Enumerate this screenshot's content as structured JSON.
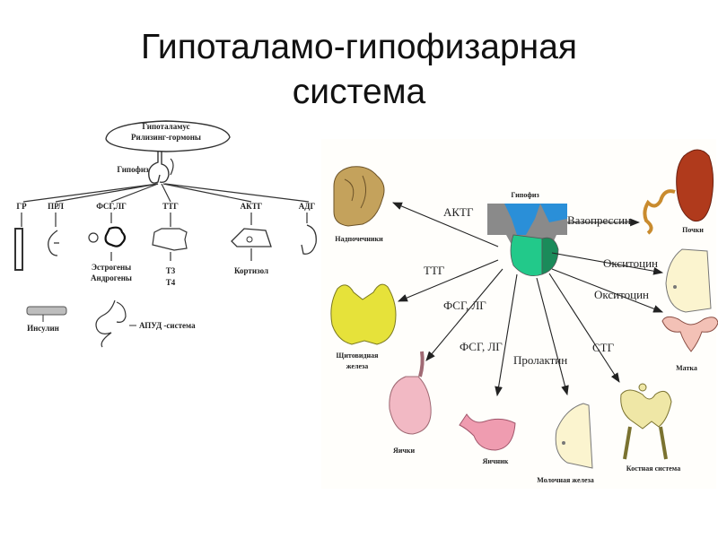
{
  "title": {
    "line1": "Гипоталамо-гипофизарная",
    "line2": "система"
  },
  "left_diagram": {
    "hypothalamus": "Гипоталамус",
    "releasing": "Рилизинг-гормоны",
    "pituitary": "Гипофиз",
    "hormones": [
      "ГР",
      "ПРЛ",
      "ФСГ,ЛГ",
      "ТТГ",
      "АКТГ",
      "АДГ"
    ],
    "estrogens": "Эстрогены",
    "androgens": "Андрогены",
    "t3": "Т3",
    "t4": "Т4",
    "cortisol": "Кортизол",
    "insulin": "Инсулин",
    "apud": "АПУД -система"
  },
  "right_diagram": {
    "pituitary": "Гипофиз",
    "arrows": {
      "actg": "АКТГ",
      "vasopressin": "Вазопрессин",
      "oxytocin1": "Окситоцин",
      "oxytocin2": "Окситоцин",
      "ttg": "ТТГ",
      "fsg1": "ФСГ, ЛГ",
      "fsg2": "ФСГ, ЛГ",
      "prolactin": "Пролактин",
      "stg": "СТГ"
    },
    "organs": {
      "adrenal": "Надпочечники",
      "kidneys": "Почки",
      "thyroid1": "Щитовидная",
      "thyroid2": "железа",
      "uterus": "Матка",
      "testes": "Яички",
      "ovary": "Яичник",
      "mammary": "Молочная железа",
      "skeleton": "Костная система"
    }
  },
  "colors": {
    "adrenal": "#c4a25c",
    "kidney": "#b03a1c",
    "thyroid": "#e6e23a",
    "testes": "#f2b9c4",
    "ovary": "#ef9cb0",
    "breast": "#fbf4cf",
    "skeleton": "#efe7a6",
    "pituitary_blue": "#2a8fd8",
    "pituitary_green": "#22c98a",
    "pituitary_gray": "#8a8a8a"
  }
}
